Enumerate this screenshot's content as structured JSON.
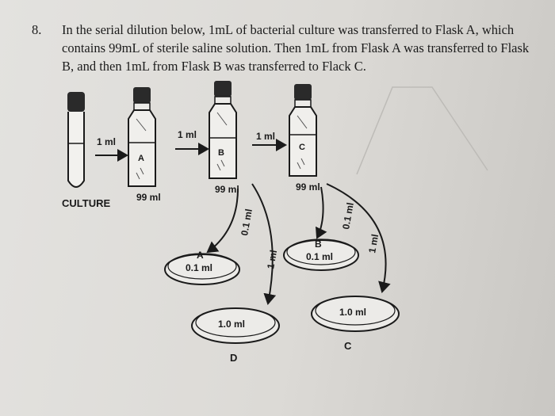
{
  "question": {
    "number": "8.",
    "text": "In the serial dilution below, 1mL of bacterial culture was transferred to Flask A, which contains 99mL of sterile saline solution. Then 1mL from Flask A was transferred to Flask B, and then 1mL from Flask B was transferred to Flack C."
  },
  "diagram": {
    "culture_label": "CULTURE",
    "transfers": [
      "1 ml",
      "1 ml",
      "1 ml"
    ],
    "flasks": [
      {
        "letter": "A",
        "volume": "99 ml"
      },
      {
        "letter": "B",
        "volume": "99 ml"
      },
      {
        "letter": "C",
        "volume": "99 ml"
      }
    ],
    "pour_labels": [
      "0.1 ml",
      "1 ml",
      "0.1 ml",
      "1 ml"
    ],
    "plates": [
      {
        "volume": "0.1 ml",
        "letter": "A"
      },
      {
        "volume": "1.0 ml",
        "letter": "D"
      },
      {
        "volume": "0.1 ml",
        "letter": "B"
      },
      {
        "volume": "1.0 ml",
        "letter": "C"
      }
    ]
  },
  "colors": {
    "ink": "#1a1a1a",
    "paper": "#dedcd8",
    "cap": "#2a2a2a"
  }
}
